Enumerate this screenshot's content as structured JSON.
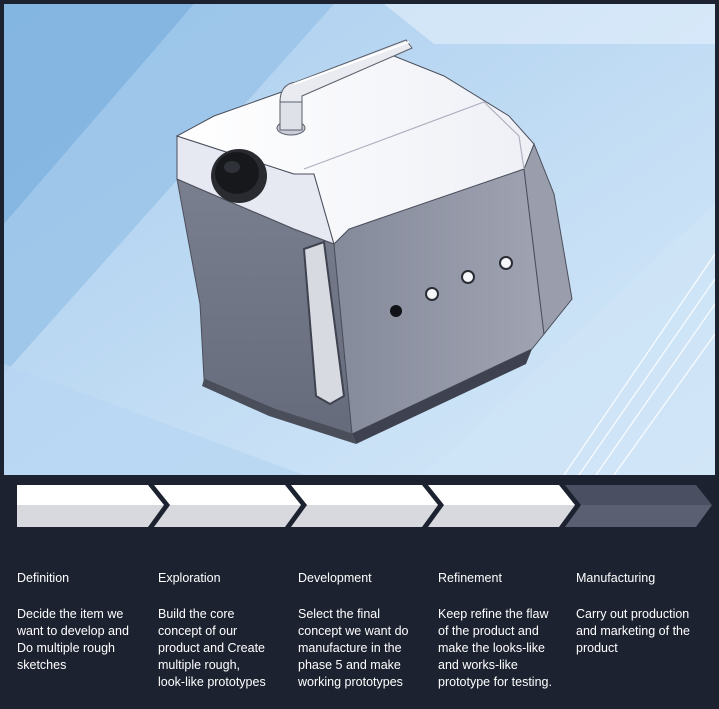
{
  "image": {
    "subject": "3D CAD render of a box-shaped container with a bent handle, round cap, viewing window and vent holes",
    "colors": {
      "background_light": "#c4dff5",
      "background_mid": "#8fbde5",
      "body_front": "#6e7383",
      "body_side": "#8c90a0",
      "top_face": "#f7f8fb",
      "cap": "#1e1f24"
    }
  },
  "process": {
    "colors": {
      "step_fill": "#ffffff",
      "step_lower": "#d8d9de",
      "active_fill": "#4a4f62",
      "active_lower": "#5a5f72",
      "text": "#ffffff",
      "panel_bg": "#1c2230"
    },
    "active_step": 5,
    "steps": [
      {
        "title": "Definition",
        "description": "Decide the item we\nwant to develop and\nDo multiple rough\nsketches"
      },
      {
        "title": "Exploration",
        "description": "Build the core\nconcept of our\nproduct and Create\nmultiple rough,\nlook-like prototypes"
      },
      {
        "title": "Development",
        "description": "Select the final\nconcept we want do\nmanufacture in the\nphase 5 and make\nworking prototypes"
      },
      {
        "title": "Refinement",
        "description": "Keep refine the flaw\nof the product and\nmake the looks-like\nand  works-like\nprototype for testing."
      },
      {
        "title": "Manufacturing",
        "description": "Carry out production\nand marketing of the\nproduct"
      }
    ]
  }
}
